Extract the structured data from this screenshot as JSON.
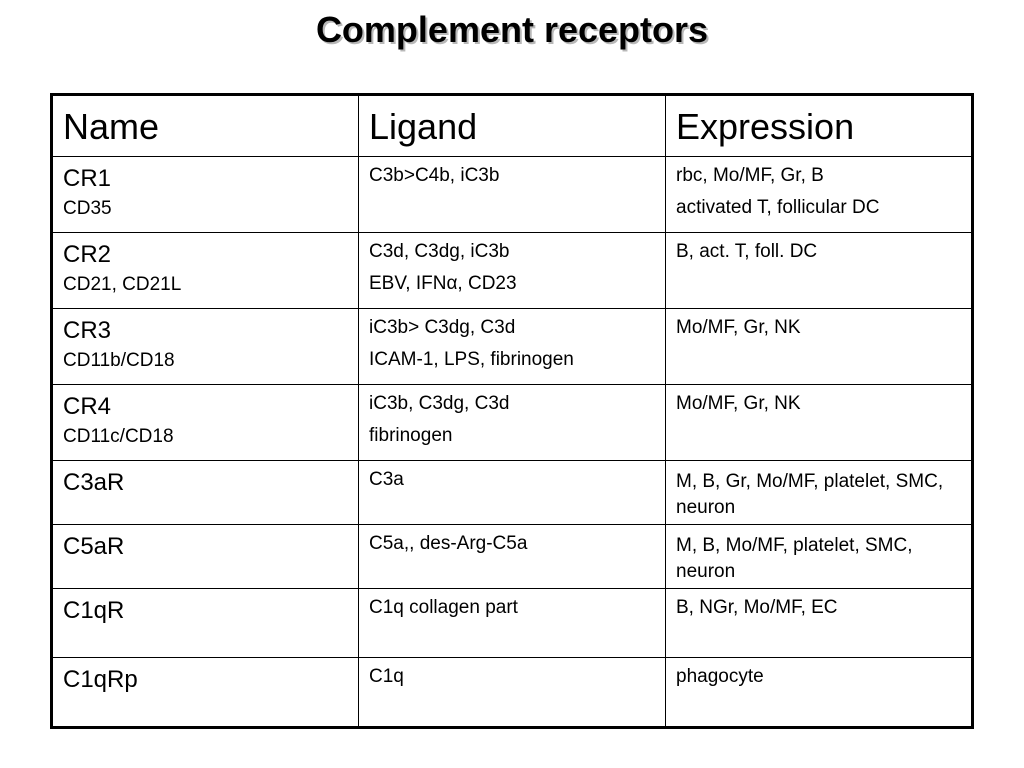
{
  "title": "Complement receptors",
  "table": {
    "headers": [
      "Name",
      "Ligand",
      "Expression"
    ],
    "rows": [
      {
        "name": "CR1",
        "alias": "CD35",
        "ligand": [
          "C3b>C4b, iC3b"
        ],
        "expression": [
          "rbc, Mo/MF, Gr, B",
          "activated T, follicular DC"
        ]
      },
      {
        "name": "CR2",
        "alias": "CD21, CD21L",
        "ligand": [
          "C3d, C3dg, iC3b",
          "EBV, IFNα, CD23"
        ],
        "expression": [
          "B, act. T, foll. DC"
        ]
      },
      {
        "name": "CR3",
        "alias": "CD11b/CD18",
        "ligand": [
          "iC3b> C3dg, C3d",
          "ICAM-1, LPS, fibrinogen"
        ],
        "expression": [
          "Mo/MF, Gr, NK"
        ]
      },
      {
        "name": "CR4",
        "alias": "CD11c/CD18",
        "ligand": [
          "iC3b, C3dg, C3d",
          "fibrinogen"
        ],
        "expression": [
          "Mo/MF, Gr, NK"
        ]
      },
      {
        "name": "C3aR",
        "ligand": [
          "C3a"
        ],
        "expression": [
          "M, B, Gr, Mo/MF, platelet, SMC, neuron"
        ]
      },
      {
        "name": "C5aR",
        "ligand": [
          "C5a,, des-Arg-C5a"
        ],
        "expression": [
          "M, B, Mo/MF, platelet, SMC, neuron"
        ]
      },
      {
        "name": "C1qR",
        "ligand": [
          "C1q collagen part"
        ],
        "expression": [
          "B, NGr, Mo/MF, EC"
        ]
      },
      {
        "name": "C1qRp",
        "ligand": [
          "C1q"
        ],
        "expression": [
          "phagocyte"
        ]
      }
    ]
  }
}
